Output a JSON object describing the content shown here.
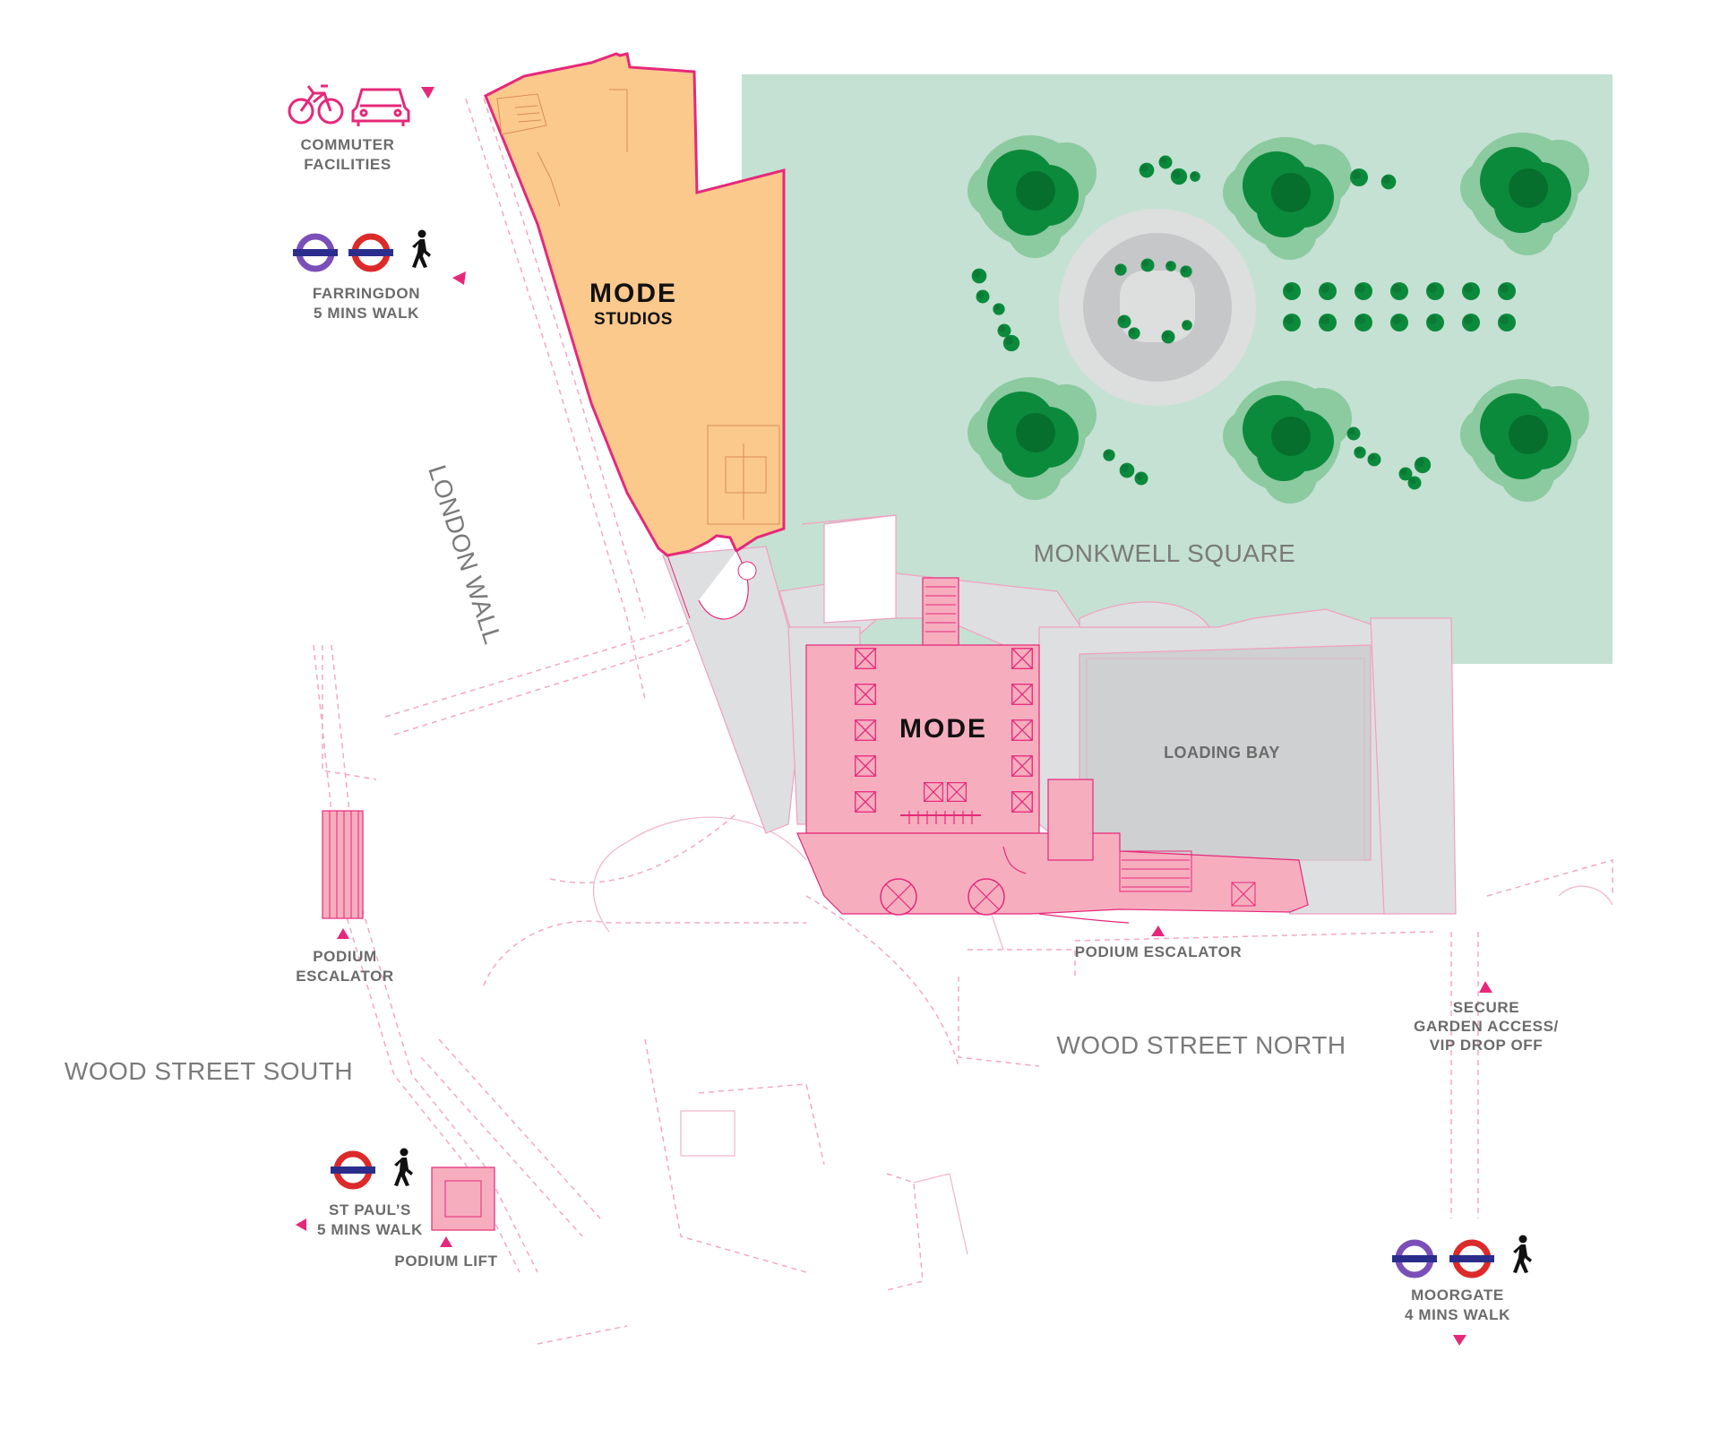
{
  "colors": {
    "accent_pink": "#e6287a",
    "studio_fill": "#fbc98c",
    "mode_fill": "#f6aebf",
    "garden_fill": "#c5e1d3",
    "building_grey": "#dedfe0",
    "tree_dark": "#0c8a3c",
    "tree_light": "#8ccaa0",
    "underground_red": "#dc2a2a",
    "underground_blue": "#2b2d8c",
    "elizabeth_purple": "#7b4fb8"
  },
  "places": {
    "monkwell_square": "MONKWELL SQUARE",
    "london_wall": "LONDON WALL",
    "wood_street_south": "WOOD STREET SOUTH",
    "wood_street_north": "WOOD STREET NORTH",
    "loading_bay": "LOADING BAY"
  },
  "buildings": {
    "mode_logo": "MODE",
    "studios_word": "STUDIOS"
  },
  "labels": {
    "commuter_line1": "COMMUTER",
    "commuter_line2": "FACILITIES",
    "farringdon_line1": "FARRINGDON",
    "farringdon_line2": "5 MINS WALK",
    "podium_escalator_line1": "PODIUM",
    "podium_escalator_line2": "ESCALATOR",
    "podium_escalator_main": "PODIUM ESCALATOR",
    "secure_line1": "SECURE",
    "secure_line2": "GARDEN ACCESS/",
    "secure_line3": "VIP DROP OFF",
    "stpauls_line1": "ST PAUL’S",
    "stpauls_line2": "5 MINS WALK",
    "podium_lift": "PODIUM LIFT",
    "moorgate_line1": "MOORGATE",
    "moorgate_line2": "4 MINS WALK"
  },
  "icons": {
    "bicycle": "bicycle-icon",
    "car": "car-icon",
    "elizabeth_line": "elizabeth-line-roundel-icon",
    "underground": "underground-roundel-icon",
    "walking": "walking-person-icon",
    "arrow": "direction-arrow-icon"
  }
}
